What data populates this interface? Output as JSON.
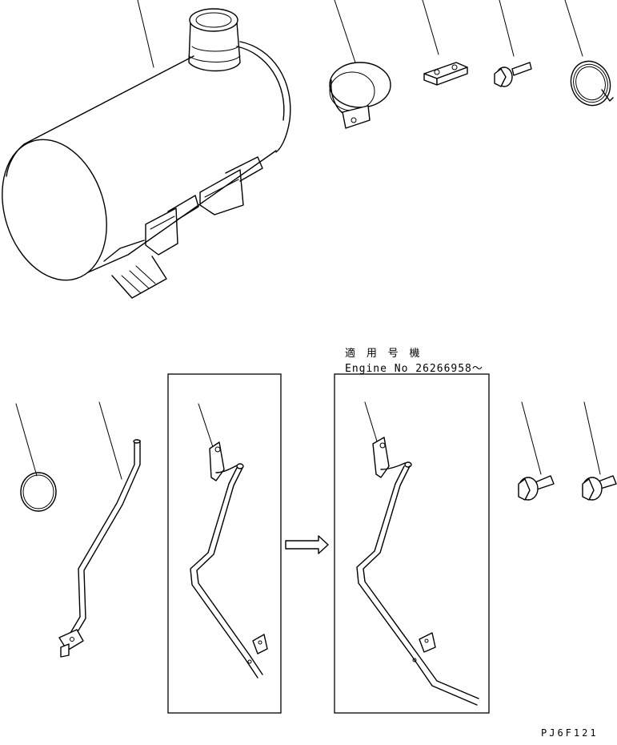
{
  "applicability": {
    "title": "適 用 号 機",
    "engine_range": "Engine No 26266958～"
  },
  "drawing_code": "PJ6F121",
  "parts": [
    {
      "name": "muffler-assembly"
    },
    {
      "name": "exhaust-pipe-clamp"
    },
    {
      "name": "spacer-plate"
    },
    {
      "name": "flange-bolt"
    },
    {
      "name": "hose-band-clamp"
    },
    {
      "name": "o-ring"
    },
    {
      "name": "tube"
    },
    {
      "name": "tube-old-variant"
    },
    {
      "name": "tube-new-variant"
    },
    {
      "name": "bolt-a"
    },
    {
      "name": "bolt-b"
    }
  ]
}
